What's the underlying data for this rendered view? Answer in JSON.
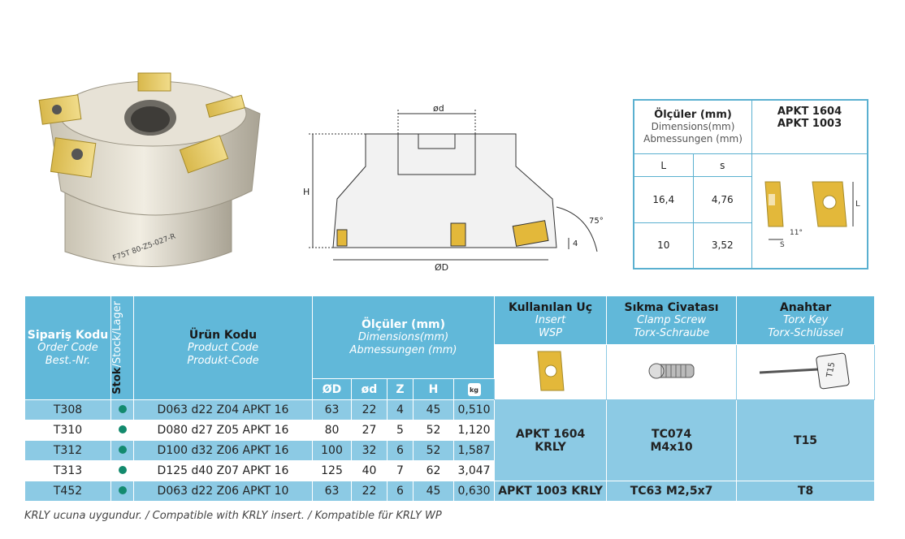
{
  "drawing": {
    "label_od": "ød",
    "label_OD": "ØD",
    "label_H": "H",
    "label_angle": "75°",
    "label_4": "4"
  },
  "insert_dims": {
    "title": "Ölçüler (mm)",
    "subtitle1": "Dimensions(mm)",
    "subtitle2": "Abmessungen (mm)",
    "insert_name1": "APKT 1604",
    "insert_name2": "APKT 1003",
    "col_l": "L",
    "col_s": "s",
    "rows": [
      {
        "l": "16,4",
        "s": "4,76"
      },
      {
        "l": "10",
        "s": "3,52"
      }
    ],
    "angle_label": "11°",
    "s_label": "S",
    "l_label": "L"
  },
  "table": {
    "col_order": {
      "main": "Sipariş Kodu",
      "en": "Order Code",
      "de": "Best.-Nr."
    },
    "col_stock": {
      "main": "Stok",
      "rest": "/Stock/Lager"
    },
    "col_product": {
      "main": "Ürün Kodu",
      "en": "Product Code",
      "de": "Produkt-Code"
    },
    "col_dims": {
      "main": "Ölçüler (mm)",
      "en": "Dimensions(mm)",
      "de": "Abmessungen (mm)"
    },
    "col_insert": {
      "main": "Kullanılan Uç",
      "en": "Insert",
      "de": "WSP"
    },
    "col_screw": {
      "main": "Sıkma Civatası",
      "en": "Clamp Screw",
      "de": "Torx-Schraube"
    },
    "col_key": {
      "main": "Anahtar",
      "en": "Torx Key",
      "de": "Torx-Schlüssel"
    },
    "sub_od": "ØD",
    "sub_d": "ød",
    "sub_z": "Z",
    "sub_h": "H",
    "sub_weight_icon": "weight-kg-icon",
    "weight_label": "kg",
    "rows": [
      {
        "order": "T308",
        "product": "D063 d22 Z04 APKT 16",
        "OD": "63",
        "d": "22",
        "Z": "4",
        "H": "45",
        "w": "0,510"
      },
      {
        "order": "T310",
        "product": "D080 d27 Z05 APKT 16",
        "OD": "80",
        "d": "27",
        "Z": "5",
        "H": "52",
        "w": "1,120"
      },
      {
        "order": "T312",
        "product": "D100 d32 Z06 APKT 16",
        "OD": "100",
        "d": "32",
        "Z": "6",
        "H": "52",
        "w": "1,587"
      },
      {
        "order": "T313",
        "product": "D125 d40 Z07 APKT 16",
        "OD": "125",
        "d": "40",
        "Z": "7",
        "H": "62",
        "w": "3,047"
      },
      {
        "order": "T452",
        "product": "D063 d22 Z06 APKT 10",
        "OD": "63",
        "d": "22",
        "Z": "6",
        "H": "45",
        "w": "0,630"
      }
    ],
    "group1": {
      "insert_1": "APKT 1604",
      "insert_2": "KRLY",
      "screw_1": "TC074",
      "screw_2": "M4x10",
      "key": "T15"
    },
    "group2": {
      "insert": "APKT 1003 KRLY",
      "screw": "TC63 M2,5x7",
      "key": "T8"
    },
    "key_tag": "T15",
    "colors": {
      "header": "#61b8d9",
      "row_blue": "#8ccae4",
      "dot": "#138a6e"
    }
  },
  "footnote": "KRLY ucuna uygundur. / Compatible with KRLY insert. / Kompatible für KRLY WP",
  "tool_marking": "F75T 80-Z5-027-R"
}
